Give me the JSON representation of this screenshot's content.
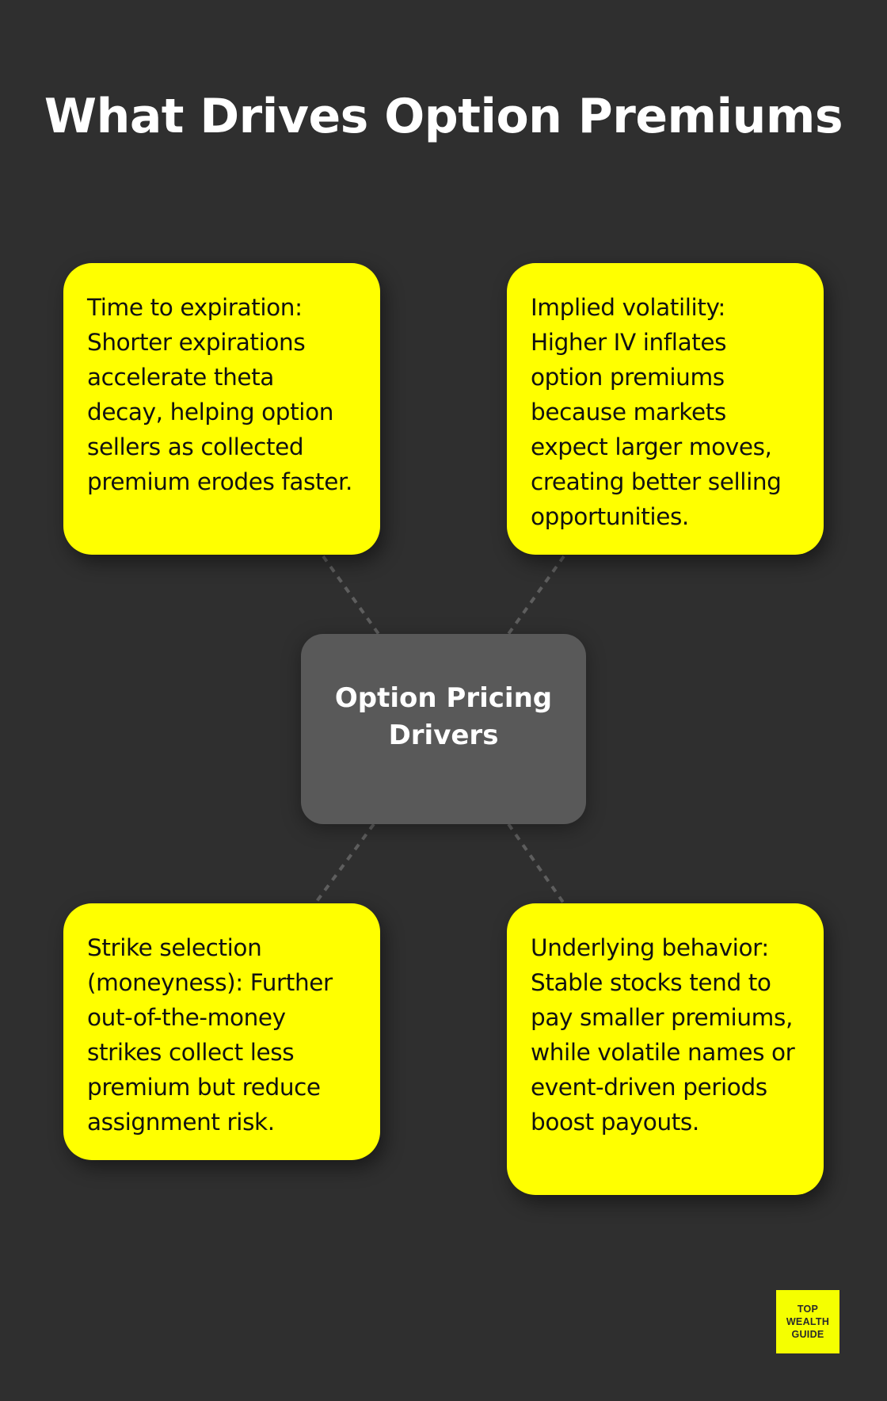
{
  "title": "What Drives Option Premiums",
  "center_node": {
    "label_line1": "Option Pricing",
    "label_line2": "Drivers",
    "color": "#595959"
  },
  "cards": [
    {
      "position": "top-left",
      "text": "Time to expiration: Shorter expirations accelerate theta decay, helping option sellers as collected premium erodes faster."
    },
    {
      "position": "top-right",
      "text": "Implied volatility: Higher IV inflates option premiums because markets expect larger moves, creating better selling opportunities."
    },
    {
      "position": "bottom-left",
      "text": "Strike selection (moneyness): Further out-of-the-money strikes collect less premium but reduce assignment risk."
    },
    {
      "position": "bottom-right",
      "text": "Underlying behavior: Stable stocks tend to pay smaller premiums, while volatile names or event-driven periods boost payouts."
    }
  ],
  "logo": {
    "line1": "TOP",
    "line2": "WEALTH",
    "line3": "GUIDE"
  },
  "colors": {
    "background": "#2f2f2f",
    "card": "#ffff00",
    "connector": "#5e5e5e"
  }
}
